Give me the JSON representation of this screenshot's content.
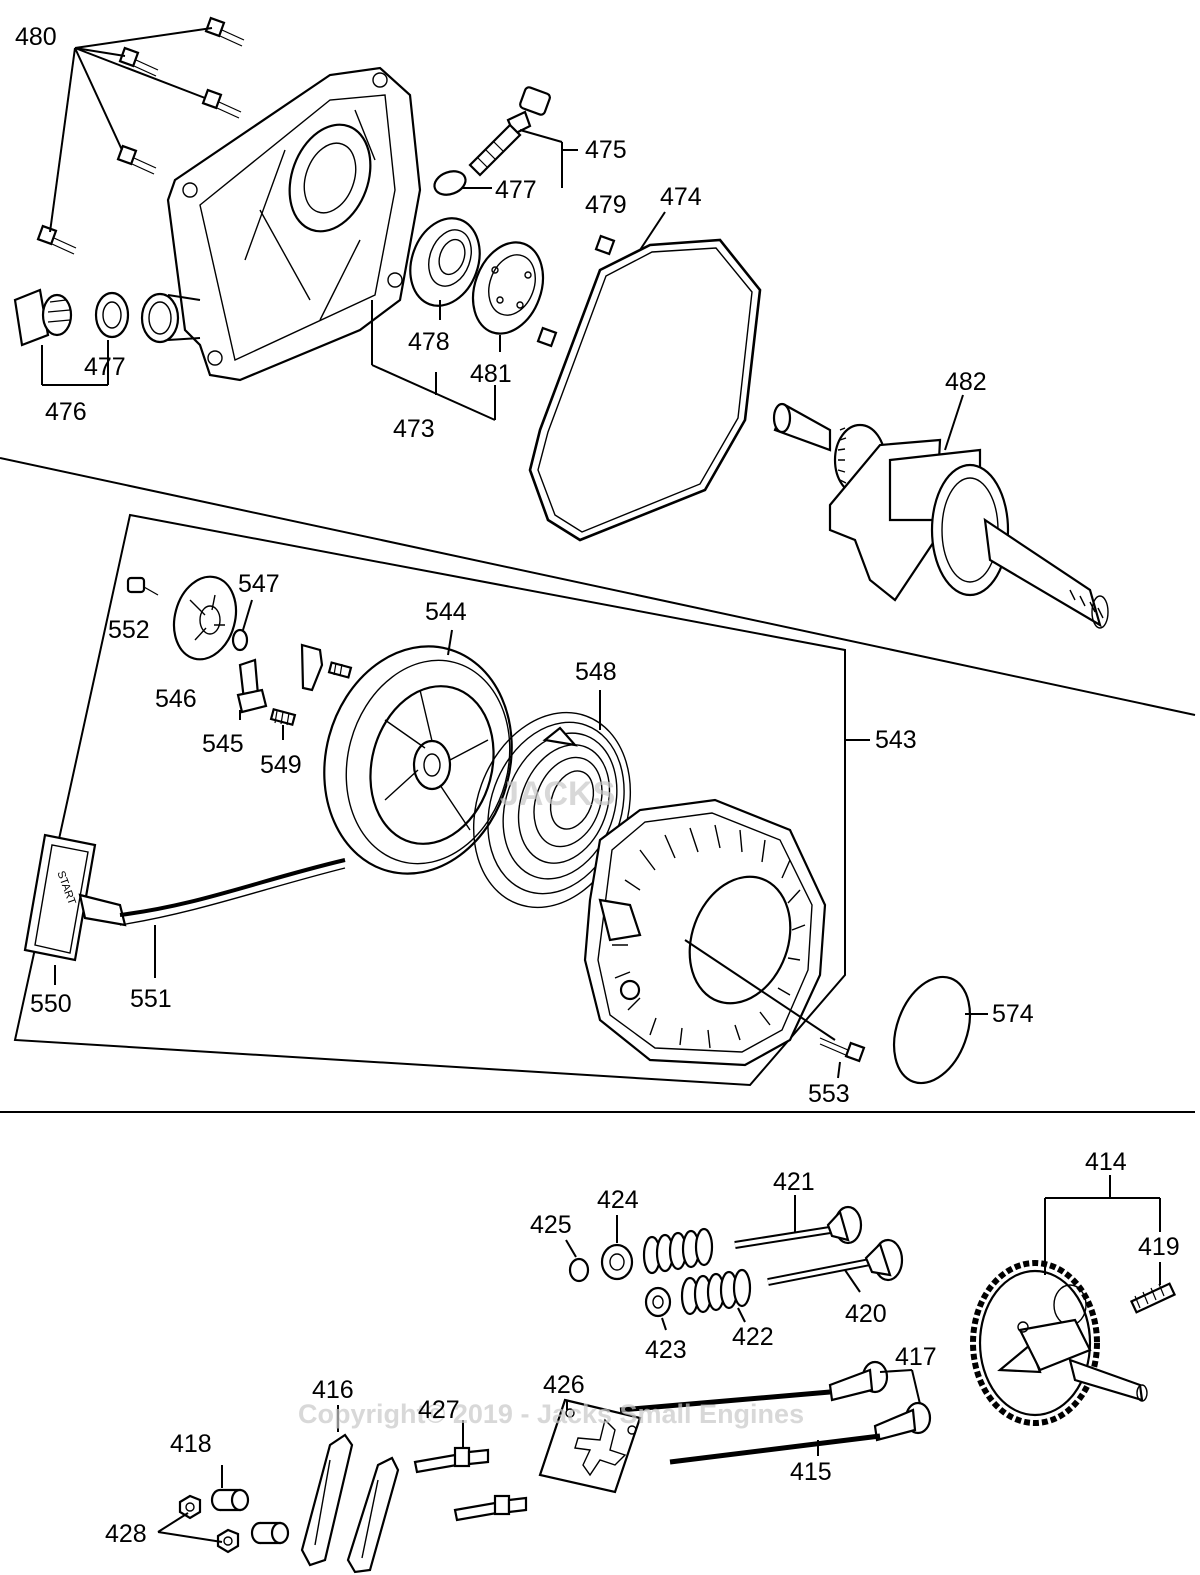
{
  "watermark": "Copyright© 2019 - Jacks Small Engines",
  "logo_text": "JACKS",
  "start_text": "START",
  "labels": {
    "p480": "480",
    "p475": "475",
    "p477a": "477",
    "p479": "479",
    "p474": "474",
    "p478": "478",
    "p481": "481",
    "p477b": "477",
    "p476": "476",
    "p473": "473",
    "p482": "482",
    "p547": "547",
    "p544": "544",
    "p548": "548",
    "p552": "552",
    "p546": "546",
    "p545": "545",
    "p549": "549",
    "p543": "543",
    "p550": "550",
    "p551": "551",
    "p574": "574",
    "p553": "553",
    "p414": "414",
    "p421": "421",
    "p424": "424",
    "p425": "425",
    "p419": "419",
    "p420": "420",
    "p422": "422",
    "p423": "423",
    "p417": "417",
    "p416": "416",
    "p426": "426",
    "p427": "427",
    "p418": "418",
    "p415": "415",
    "p428": "428"
  }
}
